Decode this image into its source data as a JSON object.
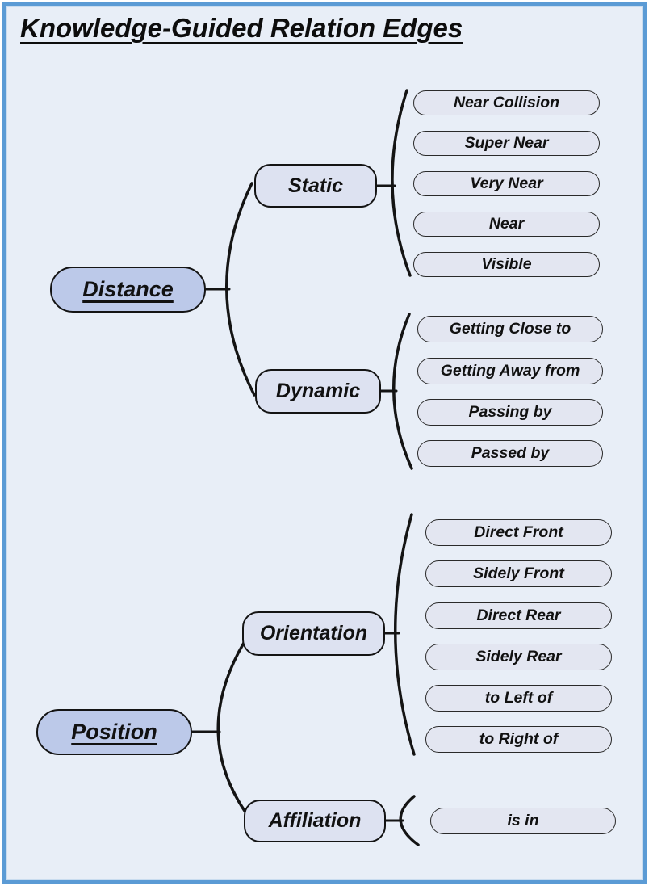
{
  "title": "Knowledge-Guided Relation Edges",
  "colors": {
    "frame_border": "#5b9bd5",
    "canvas_background": "#e8eef7",
    "root_node_fill": "#bcc9e9",
    "branch_node_fill": "#dde2f1",
    "leaf_node_fill": "#e3e6f1",
    "connector_line": "#141414",
    "text": "#111111"
  },
  "tree": [
    {
      "label": "Distance",
      "children": [
        {
          "label": "Static",
          "leaves": [
            "Near Collision",
            "Super Near",
            "Very Near",
            "Near",
            "Visible"
          ]
        },
        {
          "label": "Dynamic",
          "leaves": [
            "Getting Close to",
            "Getting Away from",
            "Passing by",
            "Passed by"
          ]
        }
      ]
    },
    {
      "label": "Position",
      "children": [
        {
          "label": "Orientation",
          "leaves": [
            "Direct Front",
            "Sidely Front",
            "Direct Rear",
            "Sidely Rear",
            "to Left of",
            "to Right of"
          ]
        },
        {
          "label": "Affiliation",
          "leaves": [
            "is in"
          ]
        }
      ]
    }
  ]
}
